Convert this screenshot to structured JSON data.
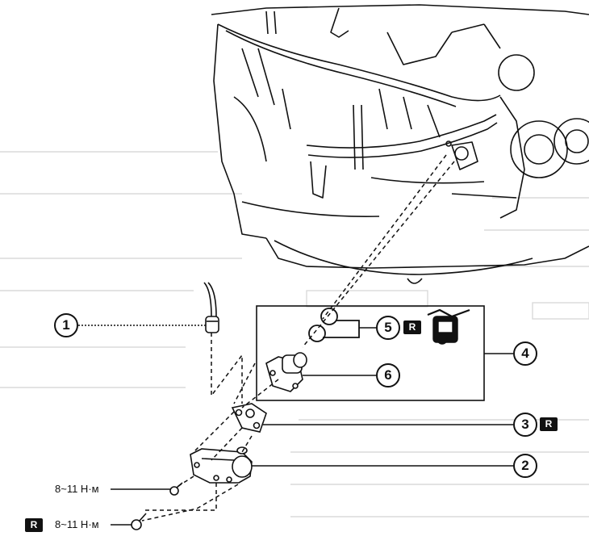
{
  "callouts": {
    "c1": "1",
    "c2": "2",
    "c3": "3",
    "c4": "4",
    "c5": "5",
    "c6": "6"
  },
  "torque": {
    "upper": "8~11 Н·м",
    "lower": "8~11 Н·м"
  },
  "replace_marker": "R",
  "colors": {
    "ink": "#111111",
    "paper": "#ffffff",
    "ghost": "#d9d9d9"
  }
}
